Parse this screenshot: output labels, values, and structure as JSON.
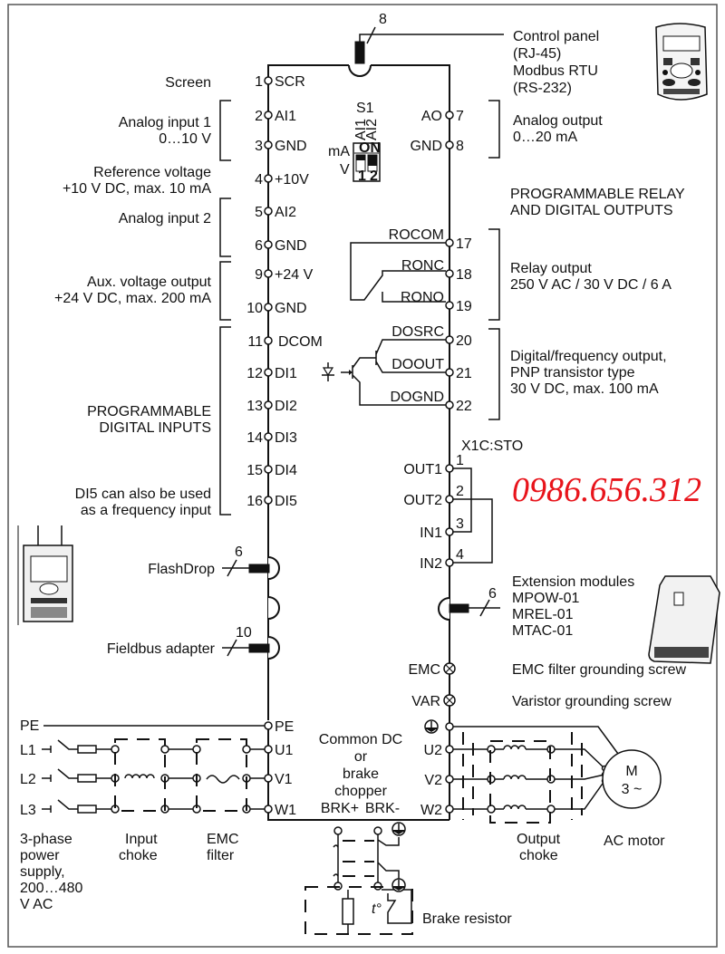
{
  "colors": {
    "line": "#111111",
    "background": "#ffffff",
    "phone": "#e8141b"
  },
  "phone_number": "0986.656.312",
  "control_panel": {
    "cable_count": "8",
    "label_lines": [
      "Control panel",
      "(RJ-45)",
      "Modbus RTU",
      "(RS-232)"
    ],
    "icon": "control-panel-icon"
  },
  "left_terminals": [
    {
      "num": "1",
      "name": "SCR"
    },
    {
      "num": "2",
      "name": "AI1"
    },
    {
      "num": "3",
      "name": "GND"
    },
    {
      "num": "4",
      "name": "+10V"
    },
    {
      "num": "5",
      "name": "AI2"
    },
    {
      "num": "6",
      "name": "GND"
    },
    {
      "num": "9",
      "name": "+24 V"
    },
    {
      "num": "10",
      "name": "GND"
    },
    {
      "num": "11",
      "name": "DCOM"
    },
    {
      "num": "12",
      "name": "DI1"
    },
    {
      "num": "13",
      "name": "DI2"
    },
    {
      "num": "14",
      "name": "DI3"
    },
    {
      "num": "15",
      "name": "DI4"
    },
    {
      "num": "16",
      "name": "DI5"
    }
  ],
  "left_labels": {
    "screen": "Screen",
    "analog_input_1": [
      "Analog input 1",
      "0…10 V"
    ],
    "reference_voltage": [
      "Reference voltage",
      "+10 V DC, max. 10 mA"
    ],
    "analog_input_2": "Analog input 2",
    "aux_voltage": [
      "Aux. voltage output",
      "+24 V DC, max. 200 mA"
    ],
    "digital_inputs": [
      "PROGRAMMABLE",
      "DIGITAL INPUTS"
    ],
    "di5_note": [
      "DI5 can also be used",
      "as a frequency input"
    ]
  },
  "switch_s1": {
    "title": "S1",
    "channels": [
      "AI1",
      "AI2"
    ],
    "on_label": "ON",
    "ma_label": "mA",
    "v_label": "V",
    "positions": [
      "1",
      "2"
    ]
  },
  "right_terminals": {
    "analog": [
      {
        "name": "AO",
        "num": "7"
      },
      {
        "name": "GND",
        "num": "8"
      }
    ],
    "relay": [
      {
        "name": "ROCOM",
        "num": "17"
      },
      {
        "name": "RONC",
        "num": "18"
      },
      {
        "name": "RONO",
        "num": "19"
      }
    ],
    "digital": [
      {
        "name": "DOSRC",
        "num": "20"
      },
      {
        "name": "DOOUT",
        "num": "21"
      },
      {
        "name": "DOGND",
        "num": "22"
      }
    ],
    "sto_header": "X1C:STO",
    "sto": [
      {
        "name": "OUT1",
        "num": "1"
      },
      {
        "name": "OUT2",
        "num": "2"
      },
      {
        "name": "IN1",
        "num": "3"
      },
      {
        "name": "IN2",
        "num": "4"
      }
    ]
  },
  "right_labels": {
    "analog_output": [
      "Analog output",
      "0…20 mA"
    ],
    "relay_header": [
      "PROGRAMMABLE RELAY",
      "AND DIGITAL OUTPUTS"
    ],
    "relay_output": [
      "Relay output",
      "250 V AC / 30 V DC / 6 A"
    ],
    "digital_output": [
      "Digital/frequency output,",
      "PNP transistor type",
      "30 V DC, max. 100 mA"
    ]
  },
  "flashdrop": {
    "label": "FlashDrop",
    "count": "6"
  },
  "fieldbus": {
    "label": "Fieldbus adapter",
    "count": "10"
  },
  "extension": {
    "count": "6",
    "label_lines": [
      "Extension modules",
      "MPOW-01",
      "MREL-01",
      "MTAC-01"
    ]
  },
  "grounding": [
    {
      "name": "EMC",
      "desc": "EMC filter grounding screw"
    },
    {
      "name": "VAR",
      "desc": "Varistor grounding screw"
    }
  ],
  "power_input": {
    "lines": [
      "PE",
      "L1",
      "L2",
      "L3"
    ],
    "terminals": [
      "PE",
      "U1",
      "V1",
      "W1"
    ],
    "supply_label": [
      "3-phase",
      "power",
      "supply,",
      "200…480",
      "V AC"
    ],
    "choke_label": [
      "Input",
      "choke"
    ],
    "emc_label": [
      "EMC",
      "filter"
    ]
  },
  "dc_section": {
    "label": [
      "Common DC",
      "or",
      "brake",
      "chopper"
    ],
    "brk_plus": "BRK+",
    "brk_minus": "BRK-",
    "resistor_label": "Brake resistor",
    "thermal": "t°"
  },
  "output": {
    "terminals": [
      "U2",
      "V2",
      "W2"
    ],
    "choke_label": [
      "Output",
      "choke"
    ],
    "motor_symbol": [
      "M",
      "3 ~"
    ],
    "motor_label": "AC motor"
  }
}
